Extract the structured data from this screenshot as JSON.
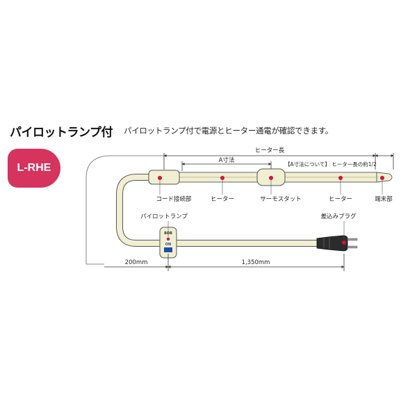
{
  "header": {
    "title": "パイロットランプ付",
    "description": "パイロットランプ付で電源とヒーター通電が確認できます。"
  },
  "badge": {
    "text": "L-RHE"
  },
  "diagram": {
    "dimensions": {
      "heater_length": "ヒーター長",
      "a_dimension": "A寸法",
      "a_note": "【A寸法について】 ヒーター長の約1/2",
      "left_length": "200mm",
      "cord_length": "1,350mm"
    },
    "parts": {
      "cord_joint": "コード接続部",
      "heater_left": "ヒーター",
      "thermostat": "サーモスタット",
      "heater_right": "ヒーター",
      "end_part": "端末部",
      "pilot_lamp": "パイロットランプ",
      "plug": "差込みプラグ"
    },
    "switch_text": {
      "a": "BOB",
      "b": "ON"
    },
    "colors": {
      "cable": "#f1efd2",
      "cable_outline": "#555555",
      "marker": "#d2143c",
      "badge": "#d6335f"
    }
  }
}
